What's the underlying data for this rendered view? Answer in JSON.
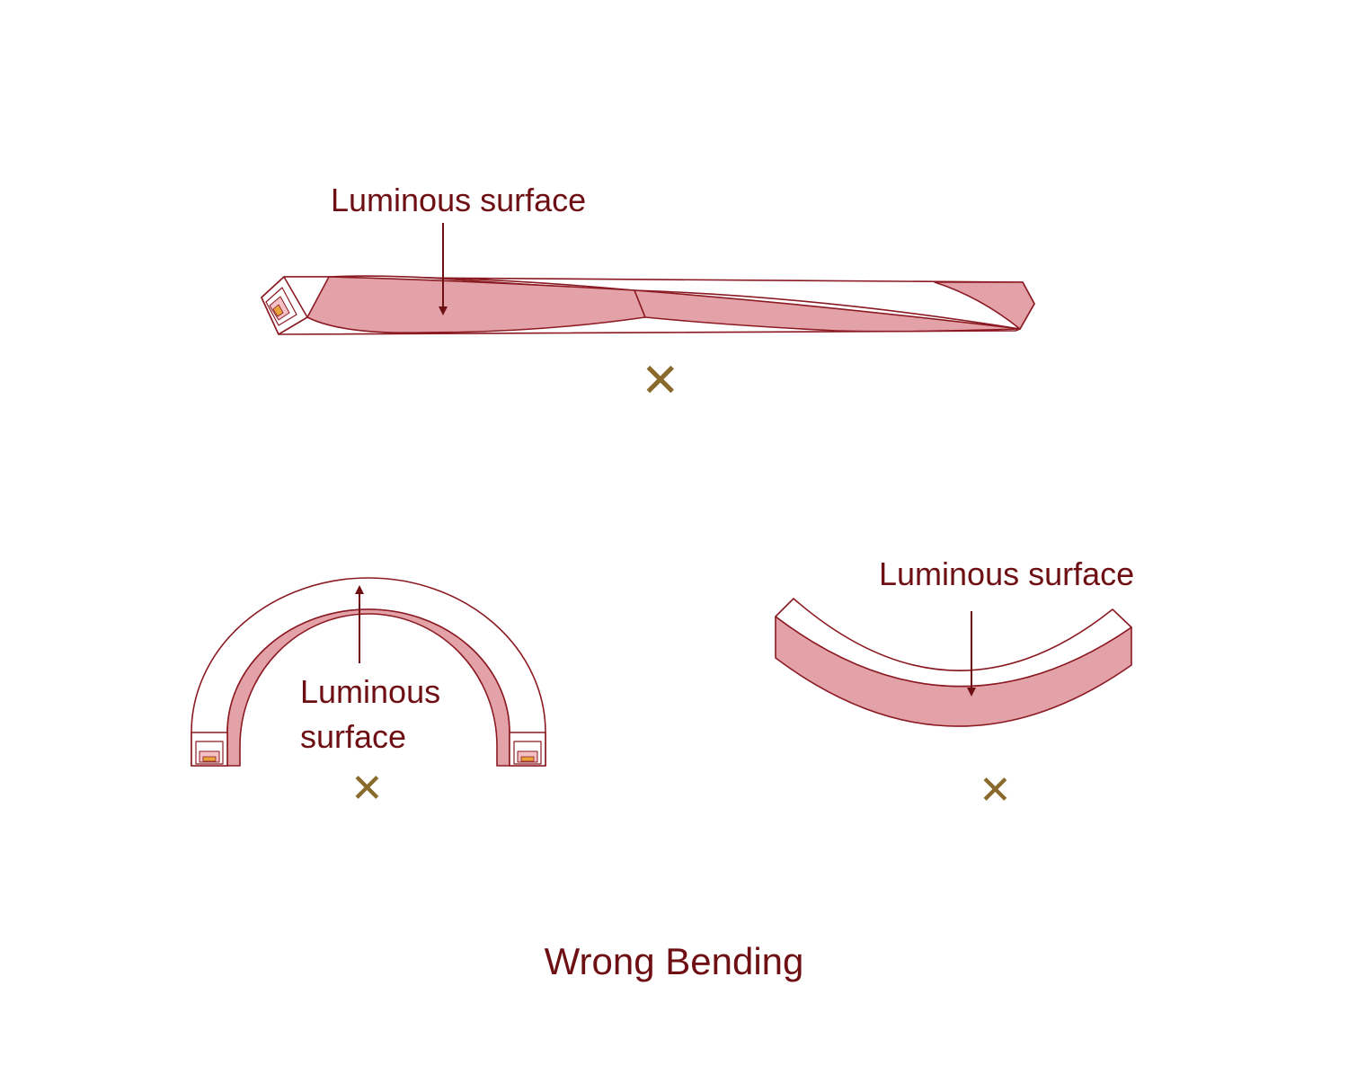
{
  "colors": {
    "outline": "#8b1a22",
    "surface_fill": "#e3a2a8",
    "text": "#6e0f14",
    "wrong_mark": "#8a6a2c",
    "core": "#e8a33a"
  },
  "figures": {
    "twisted": {
      "label": "Luminous surface",
      "mark_icon": "cross-icon",
      "mark": "✕"
    },
    "arch": {
      "label_line1": "Luminous",
      "label_line2": "surface",
      "mark_icon": "cross-icon",
      "mark": "✕"
    },
    "bow": {
      "label": "Luminous surface",
      "mark_icon": "cross-icon",
      "mark": "✕"
    }
  },
  "caption": "Wrong Bending"
}
